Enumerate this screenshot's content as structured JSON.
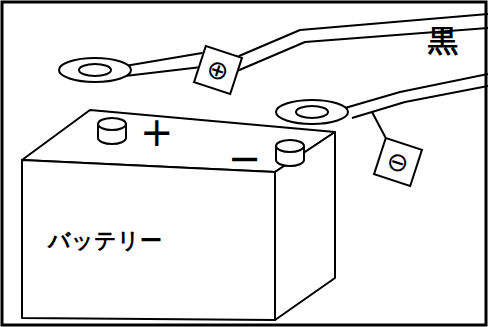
{
  "diagram": {
    "nodes": [
      {
        "text": [
          "⊕"
        ]
      },
      {
        "text": [
          "⊖"
        ]
      }
    ],
    "labels": [
      "黒",
      "+",
      "−",
      "バッテリー"
    ]
  }
}
